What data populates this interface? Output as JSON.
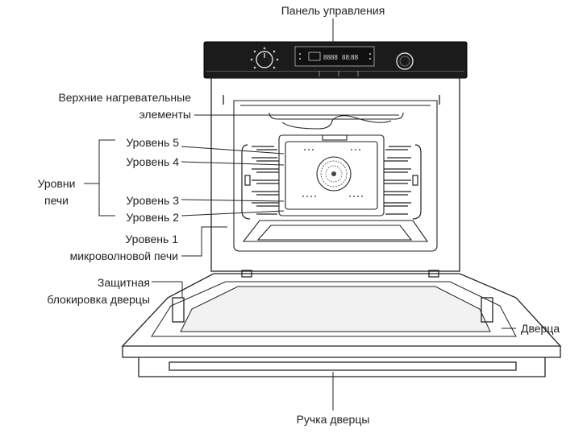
{
  "labels": {
    "control_panel": "Панель управления",
    "top_heating_line1": "Верхние нагревательные",
    "top_heating_line2": "элементы",
    "level5": "Уровень 5",
    "level4": "Уровень 4",
    "oven_levels_line1": "Уровни",
    "oven_levels_line2": "печи",
    "level3": "Уровень 3",
    "level2": "Уровень 2",
    "level1_line1": "Уровень 1",
    "level1_line2": "микроволновой печи",
    "door_lock_line1": "Защитная",
    "door_lock_line2": "блокировка дверцы",
    "door": "Дверца",
    "door_handle": "Ручка дверцы"
  },
  "display": {
    "clock": "88:88",
    "counter": "8888"
  },
  "colors": {
    "panel": "#1b1b1b",
    "line": "#222222",
    "glass": "#f2f2f2"
  }
}
